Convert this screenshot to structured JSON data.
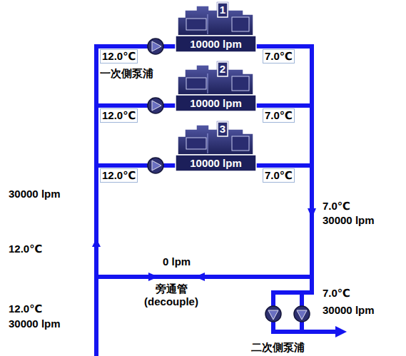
{
  "diagram": {
    "nodes": [
      {
        "text": [
          "1",
          "10000 lpm"
        ]
      },
      {
        "text": [
          "2",
          "10000 lpm"
        ]
      },
      {
        "text": [
          "3",
          "10000 lpm"
        ]
      }
    ],
    "labels": [
      "12.0℃",
      "7.0℃",
      "一次側泵浦",
      "12.0℃",
      "7.0℃",
      "12.0℃",
      "7.0℃",
      "30000 lpm",
      "12.0℃",
      "7.0℃",
      "30000 lpm",
      "0 lpm",
      "旁通管 (decouple)",
      "12.0℃",
      "30000 lpm",
      "7.0℃",
      "30000 lpm",
      "二次側泵浦"
    ]
  }
}
